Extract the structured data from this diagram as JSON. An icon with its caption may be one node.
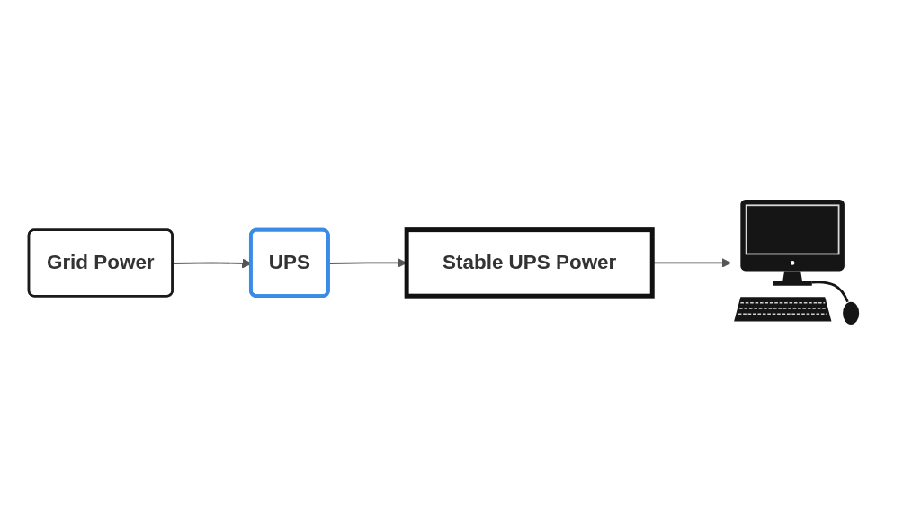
{
  "diagram": {
    "nodes": [
      {
        "text": [
          "Grid Power"
        ]
      },
      {
        "text": [
          "UPS"
        ]
      },
      {
        "text": [
          "Stable UPS Power"
        ]
      },
      {
        "text": [],
        "shape": "picture"
      }
    ],
    "edges": [
      {
        "from": 0,
        "to": 1,
        "arrow": "to"
      },
      {
        "from": 1,
        "to": 2,
        "arrow": "to"
      },
      {
        "from": 2,
        "to": 3,
        "arrow": "to"
      }
    ]
  }
}
